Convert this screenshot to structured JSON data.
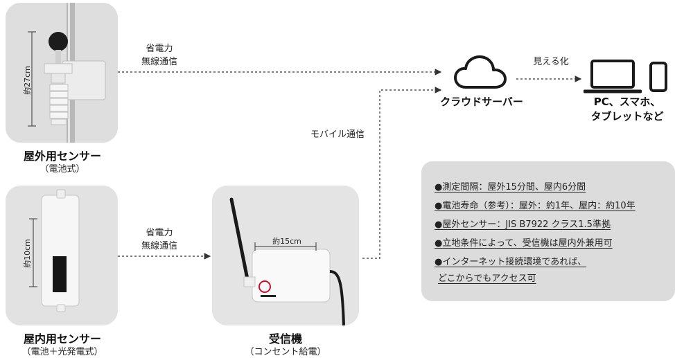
{
  "outdoor_sensor": {
    "title": "屋外用センサー",
    "subtitle": "（電池式）",
    "dimension": "約27cm"
  },
  "indoor_sensor": {
    "title": "屋内用センサー",
    "subtitle": "（電池＋光発電式）",
    "dimension": "約10cm"
  },
  "receiver": {
    "title": "受信機",
    "subtitle": "（コンセント給電）",
    "dimension": "約15cm"
  },
  "links": {
    "outdoor_to_cloud": [
      "省電力",
      "無線通信"
    ],
    "indoor_to_receiver": [
      "省電力",
      "無線通信"
    ],
    "receiver_to_cloud": "モバイル通信",
    "cloud_to_devices": "見える化"
  },
  "cloud": {
    "label": "クラウドサーバー",
    "icon": "cloud-icon"
  },
  "devices": {
    "label_line1": "PC、スマホ、",
    "label_line2": "タブレットなど",
    "icons": [
      "laptop-icon",
      "smartphone-icon"
    ]
  },
  "specs": [
    "●測定間隔：屋外15分間、屋内6分間",
    "●電池寿命（参考）：屋外：約1年、屋内：約10年",
    "●屋外センサー：JIS B7922 クラス1.5準拠",
    "●立地条件によって、受信機は屋内外兼用可",
    "●インターネット接続環境であれば、",
    "どこからでもアクセス可"
  ],
  "colors": {
    "panel": "#dcdcdc",
    "line": "#333333",
    "logo_red": "#c8102e"
  }
}
